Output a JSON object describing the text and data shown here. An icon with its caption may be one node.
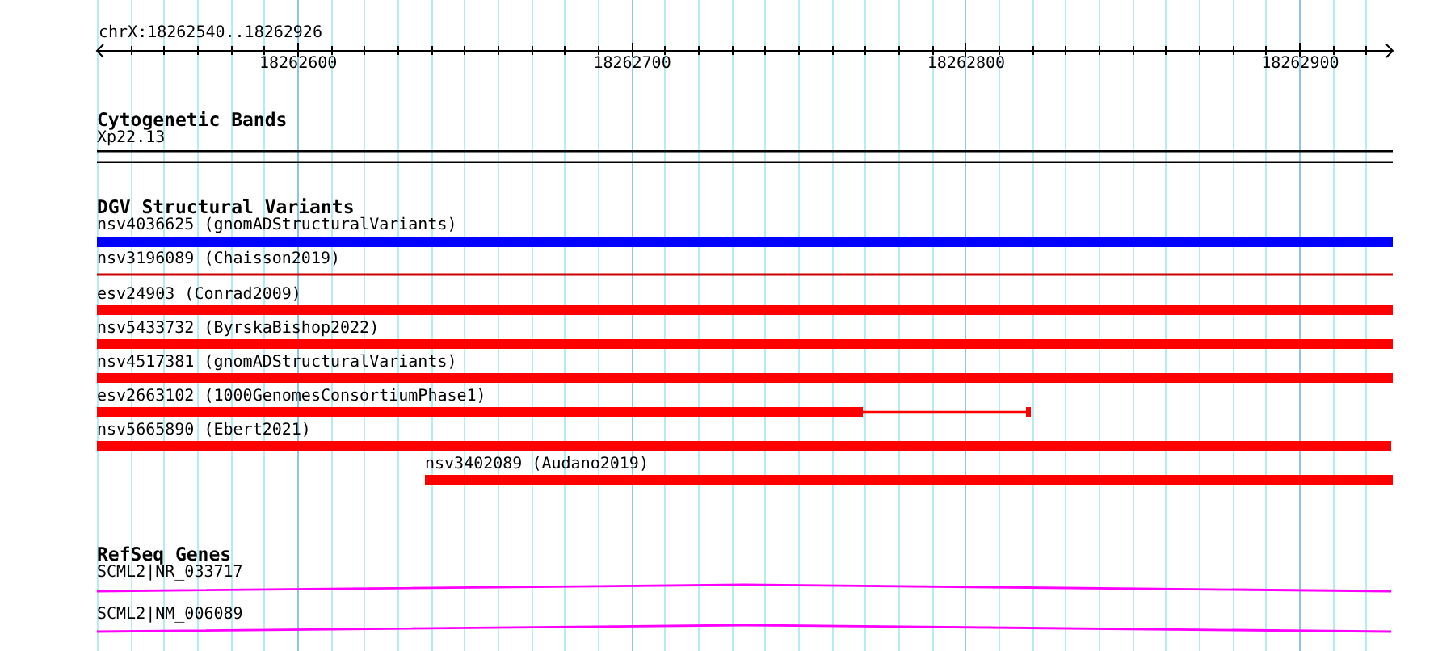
{
  "diagram": {
    "title": "chrX:18262540..18262926",
    "nodes": [
      {
        "text": [
          "Xp22.13"
        ]
      },
      {
        "text": [
          "nsv4036625 (gnomADStructuralVariants)"
        ]
      },
      {
        "text": [
          "nsv3196089 (Chaisson2019)"
        ]
      },
      {
        "text": [
          "esv24903 (Conrad2009)"
        ]
      },
      {
        "text": [
          "nsv5433732 (ByrskaBishop2022)"
        ]
      },
      {
        "text": [
          "nsv4517381 (gnomADStructuralVariants)"
        ]
      },
      {
        "text": [
          "esv2663102 (1000GenomesConsortiumPhase1)"
        ]
      },
      {
        "text": [
          "nsv5665890 (Ebert2021)"
        ]
      },
      {
        "text": [
          "nsv3402089 (Audano2019)"
        ]
      },
      {
        "text": [
          "SCML2|NR_033717"
        ]
      },
      {
        "text": [
          "SCML2|NM_006089"
        ]
      }
    ],
    "labels": [
      "18262600",
      "18262700",
      "18262800",
      "18262900",
      "Cytogenetic Bands",
      "DGV Structural Variants",
      "RefSeq Genes"
    ]
  }
}
